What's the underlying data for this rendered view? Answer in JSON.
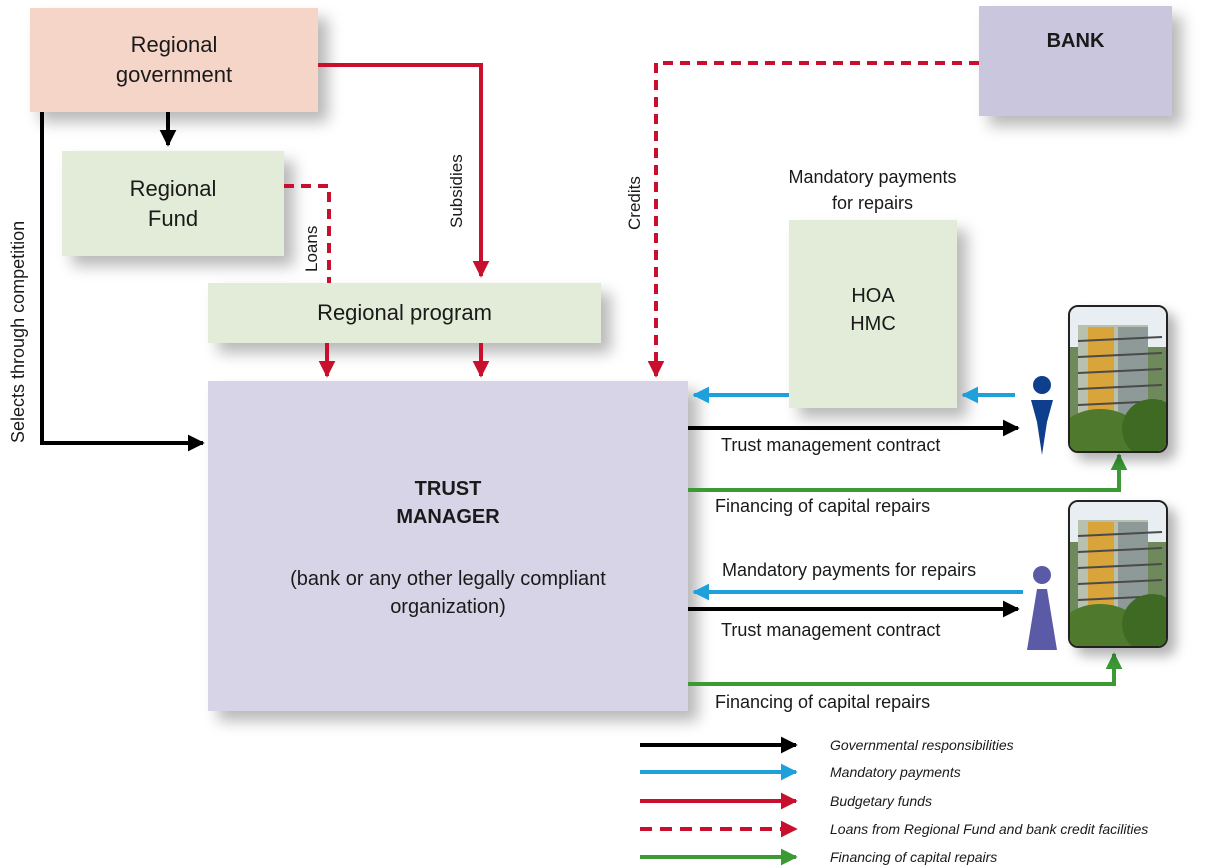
{
  "nodes": {
    "regional_government": [
      "Regional",
      "government"
    ],
    "regional_fund": [
      "Regional",
      "Fund"
    ],
    "regional_program": "Regional program",
    "bank": "BANK",
    "hoa_hmc": [
      "HOA",
      "HMC"
    ],
    "trust_manager": {
      "title": [
        "TRUST",
        "MANAGER"
      ],
      "subtitle": [
        "(bank or any other legally compliant",
        "organization)"
      ]
    }
  },
  "edge_labels": {
    "selects": "Selects through competition",
    "loans": "Loans",
    "subsidies": "Subsidies",
    "credits": "Credits",
    "mandatory_payments_top": [
      "Mandatory payments",
      "for repairs"
    ],
    "trust_contract_1": "Trust management contract",
    "financing_1": "Financing of capital repairs",
    "mandatory_payments_2": "Mandatory payments for repairs",
    "trust_contract_2": "Trust management contract",
    "financing_2": "Financing of capital repairs"
  },
  "legend": [
    {
      "label": "Governmental responsibilities",
      "color": "#000000",
      "style": "solid"
    },
    {
      "label": "Mandatory payments",
      "color": "#1ea0dc",
      "style": "solid"
    },
    {
      "label": "Budgetary funds",
      "color": "#c8102e",
      "style": "solid"
    },
    {
      "label": "Loans from Regional Fund and bank credit facilities",
      "color": "#c8102e",
      "style": "dashed"
    },
    {
      "label": "Financing of capital repairs",
      "color": "#3c9a35",
      "style": "solid"
    }
  ],
  "colors": {
    "government": "#f5d5c8",
    "fund": "#e2ecd8",
    "program": "#e2ecd8",
    "bank": "#c9c6de",
    "hoa": "#e2ecd8",
    "trust": "#d6d4e6",
    "person_1": "#0e3f8c",
    "person_2": "#5a5aa6"
  },
  "icons": [
    "person-icon",
    "person-icon",
    "apartment-building-icon",
    "apartment-building-icon"
  ]
}
